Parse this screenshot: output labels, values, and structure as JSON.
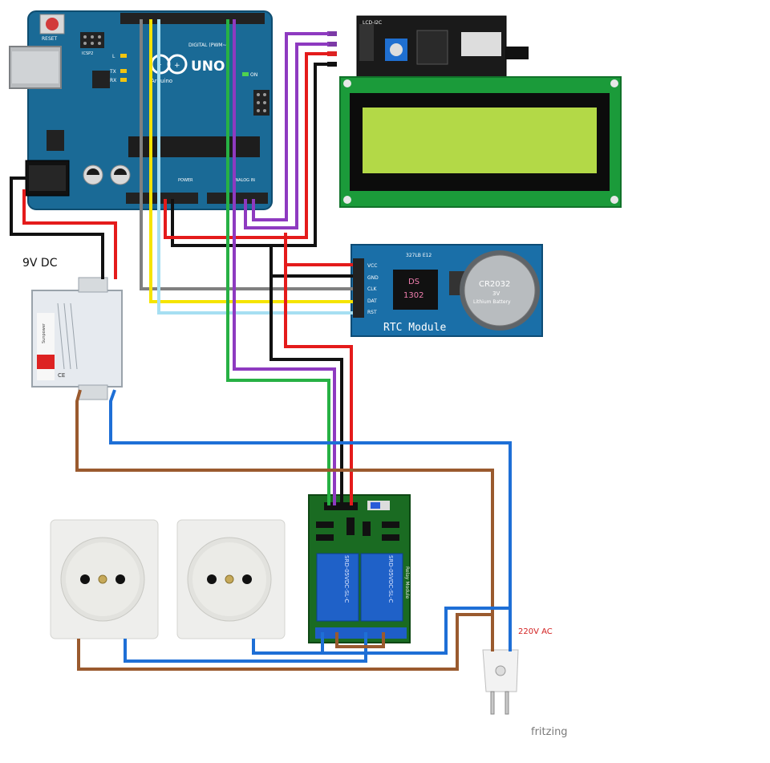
{
  "arduino": {
    "reset_label": "RESET",
    "icsp_label": "ICSP2",
    "brand": "UNO",
    "logo_text": "Arduino",
    "digital_label": "DIGITAL (PWM~)",
    "power_label": "POWER",
    "analog_label": "ANALOG IN",
    "led_labels": [
      "L",
      "TX",
      "RX"
    ],
    "on_label": "ON"
  },
  "lcd": {
    "backpack_label": "LCD-I2C"
  },
  "rtc": {
    "chip_line1": "DS",
    "chip_line2": "1302",
    "title": "RTC Module",
    "battery_line1": "CR2032",
    "battery_line2": "3V",
    "battery_line3": "Lithium Battery",
    "pins": [
      "VCC",
      "GND",
      "CLK",
      "DAT",
      "RST"
    ],
    "top_code": "327LB  E12"
  },
  "labels": {
    "dc": "9V DC",
    "ac": "220V AC",
    "watermark": "fritzing"
  },
  "relay": {
    "relay_texts": [
      "SRD-05VDC-SL-C",
      "SRD-05VDC-SL-C"
    ],
    "side_text": "Relay Module"
  },
  "psu": {
    "brand": "Sunpower",
    "ce": "CE"
  },
  "wire_colors": {
    "red": "#e41b1b",
    "black": "#111111",
    "gray": "#808080",
    "yellow": "#f5e400",
    "light_blue": "#a6dff2",
    "green": "#27b144",
    "purple": "#8e3ac0",
    "brown": "#9a5a2e",
    "blue": "#1e6fd6"
  }
}
